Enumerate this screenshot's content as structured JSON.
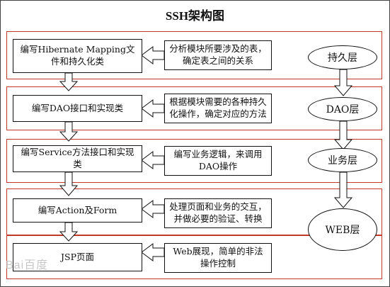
{
  "title": "SSH架构图",
  "rows": [
    {
      "task": "编写Hibernate Mapping文件和持久化类",
      "desc": "分析模块所要涉及的表，确定表之间的关系",
      "layer": "持久层"
    },
    {
      "task": "编写DAO接口和实现类",
      "desc": "根据模块需要的各种持久化操作，确定对应的方法",
      "layer": "DAO层"
    },
    {
      "task": "编写Service方法接口和实现类",
      "desc": "编写业务逻辑，来调用DAO操作",
      "layer": "业务层"
    },
    {
      "task": "编写Action及Form",
      "desc": "处理页面和业务的交互，并做必要的验证、转换",
      "layer": "WEB层"
    },
    {
      "task": "JSP页面",
      "desc": "Web展现，简单的非法操作控制"
    }
  ],
  "watermark": "Bai百度"
}
